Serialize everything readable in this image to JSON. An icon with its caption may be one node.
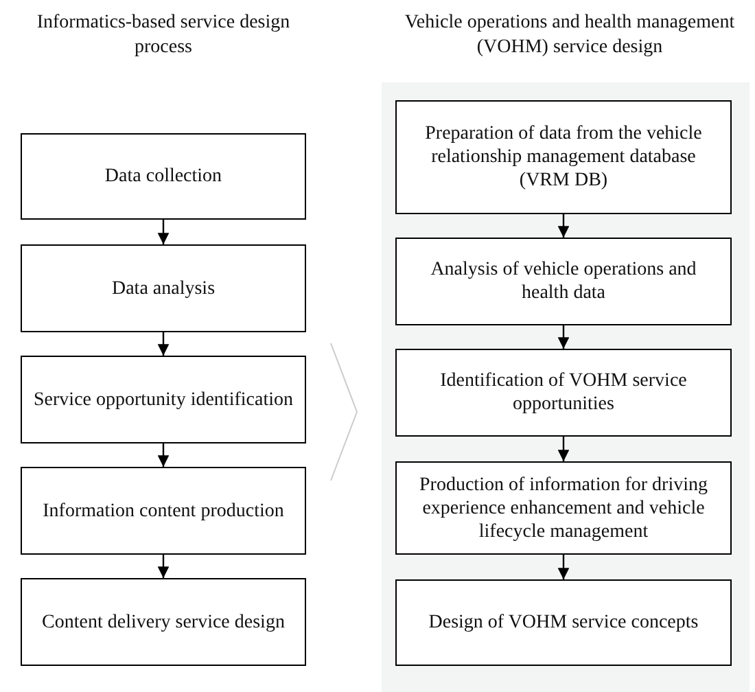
{
  "diagram": {
    "nodes": [
      {
        "text": [
          "Data collection"
        ]
      },
      {
        "text": [
          "Data analysis"
        ]
      },
      {
        "text": [
          "Service opportunity identification"
        ]
      },
      {
        "text": [
          "Information content production"
        ]
      },
      {
        "text": [
          "Content delivery service design"
        ]
      },
      {
        "text": [
          "Preparation of data from the vehicle relationship management database (VRM DB)"
        ]
      },
      {
        "text": [
          "Analysis of vehicle operations and health data"
        ]
      },
      {
        "text": [
          "Identification of VOHM service opportunities"
        ]
      },
      {
        "text": [
          "Production of information for driving experience enhancement and vehicle lifecycle management"
        ]
      },
      {
        "text": [
          "Design of VOHM service concepts"
        ]
      }
    ],
    "edges": [
      {
        "from": 0,
        "to": 1,
        "arrow": "to"
      },
      {
        "from": 1,
        "to": 2,
        "arrow": "to"
      },
      {
        "from": 2,
        "to": 3,
        "arrow": "to"
      },
      {
        "from": 3,
        "to": 4,
        "arrow": "to"
      },
      {
        "from": 5,
        "to": 6,
        "arrow": "to"
      },
      {
        "from": 6,
        "to": 7,
        "arrow": "to"
      },
      {
        "from": 7,
        "to": 8,
        "arrow": "to"
      },
      {
        "from": 8,
        "to": 9,
        "arrow": "to"
      }
    ],
    "labels": [
      "Informatics-based service design process",
      "Vehicle operations and health management (VOHM) service design"
    ]
  }
}
